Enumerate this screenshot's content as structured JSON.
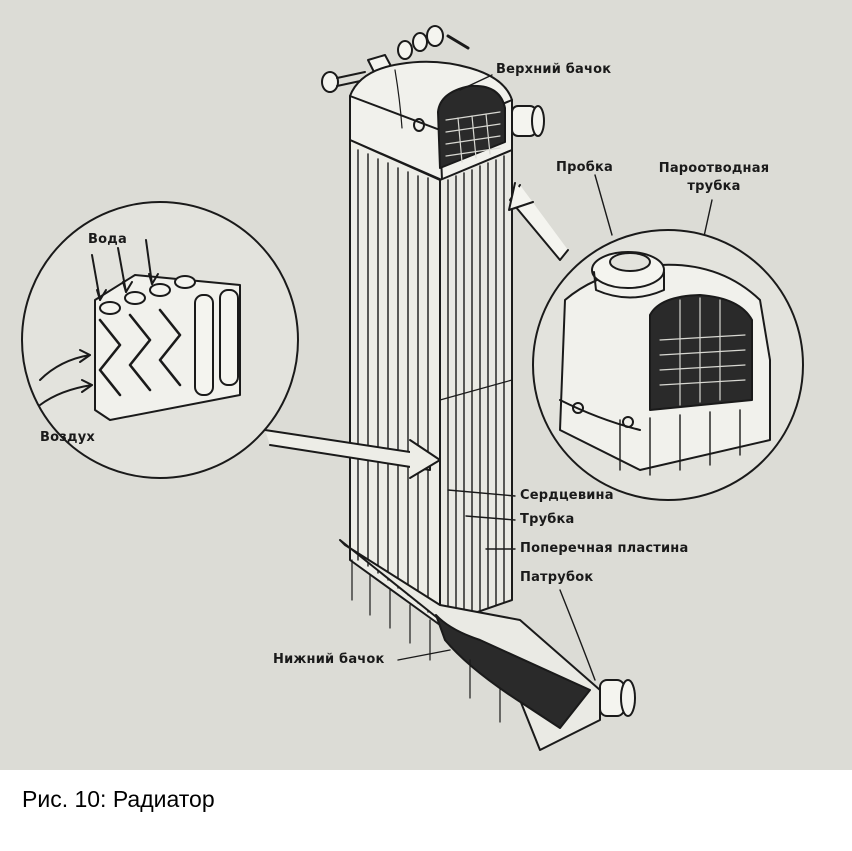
{
  "figure": {
    "labels": {
      "top_tank": "Верхний бачок",
      "cap": "Пробка",
      "vent_pipe": "Пароотводная трубка",
      "water": "Вода",
      "air": "Воздух",
      "core": "Сердцевина",
      "tube": "Трубка",
      "cross_plate": "Поперечная пластина",
      "outlet_pipe": "Патрубок",
      "bottom_tank": "Нижний бачок"
    }
  },
  "caption": "Рис. 10: Радиатор",
  "colors": {
    "paper": "#dcdcd6",
    "ink": "#1a1a1a",
    "page": "#ffffff"
  }
}
